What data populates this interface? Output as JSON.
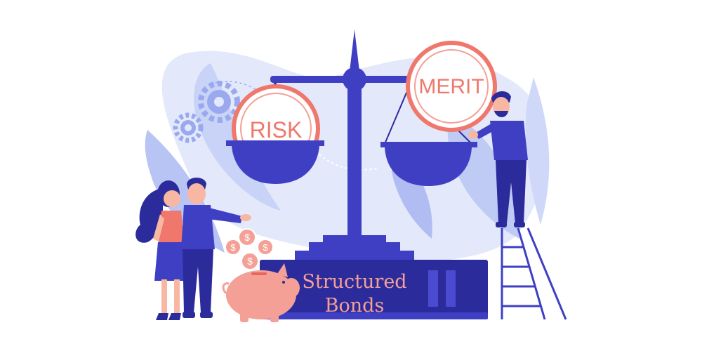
{
  "labels": {
    "risk": "RISK",
    "merit": "MERIT",
    "book_line1": "Structured",
    "book_line2": "Bonds"
  },
  "coin_symbol": "$",
  "colors": {
    "primary": "#3f3fc4",
    "dark_blue": "#2b2b9c",
    "light_blue_bg": "#dfe6fb",
    "mid_blue_leaf": "#b8c4f4",
    "coral": "#f0776c",
    "skin": "#f7b7a3",
    "white": "#ffffff"
  },
  "icons": [
    "gear-icon",
    "piggy-bank-icon",
    "coin-icon",
    "ladder-icon",
    "scale-icon"
  ]
}
